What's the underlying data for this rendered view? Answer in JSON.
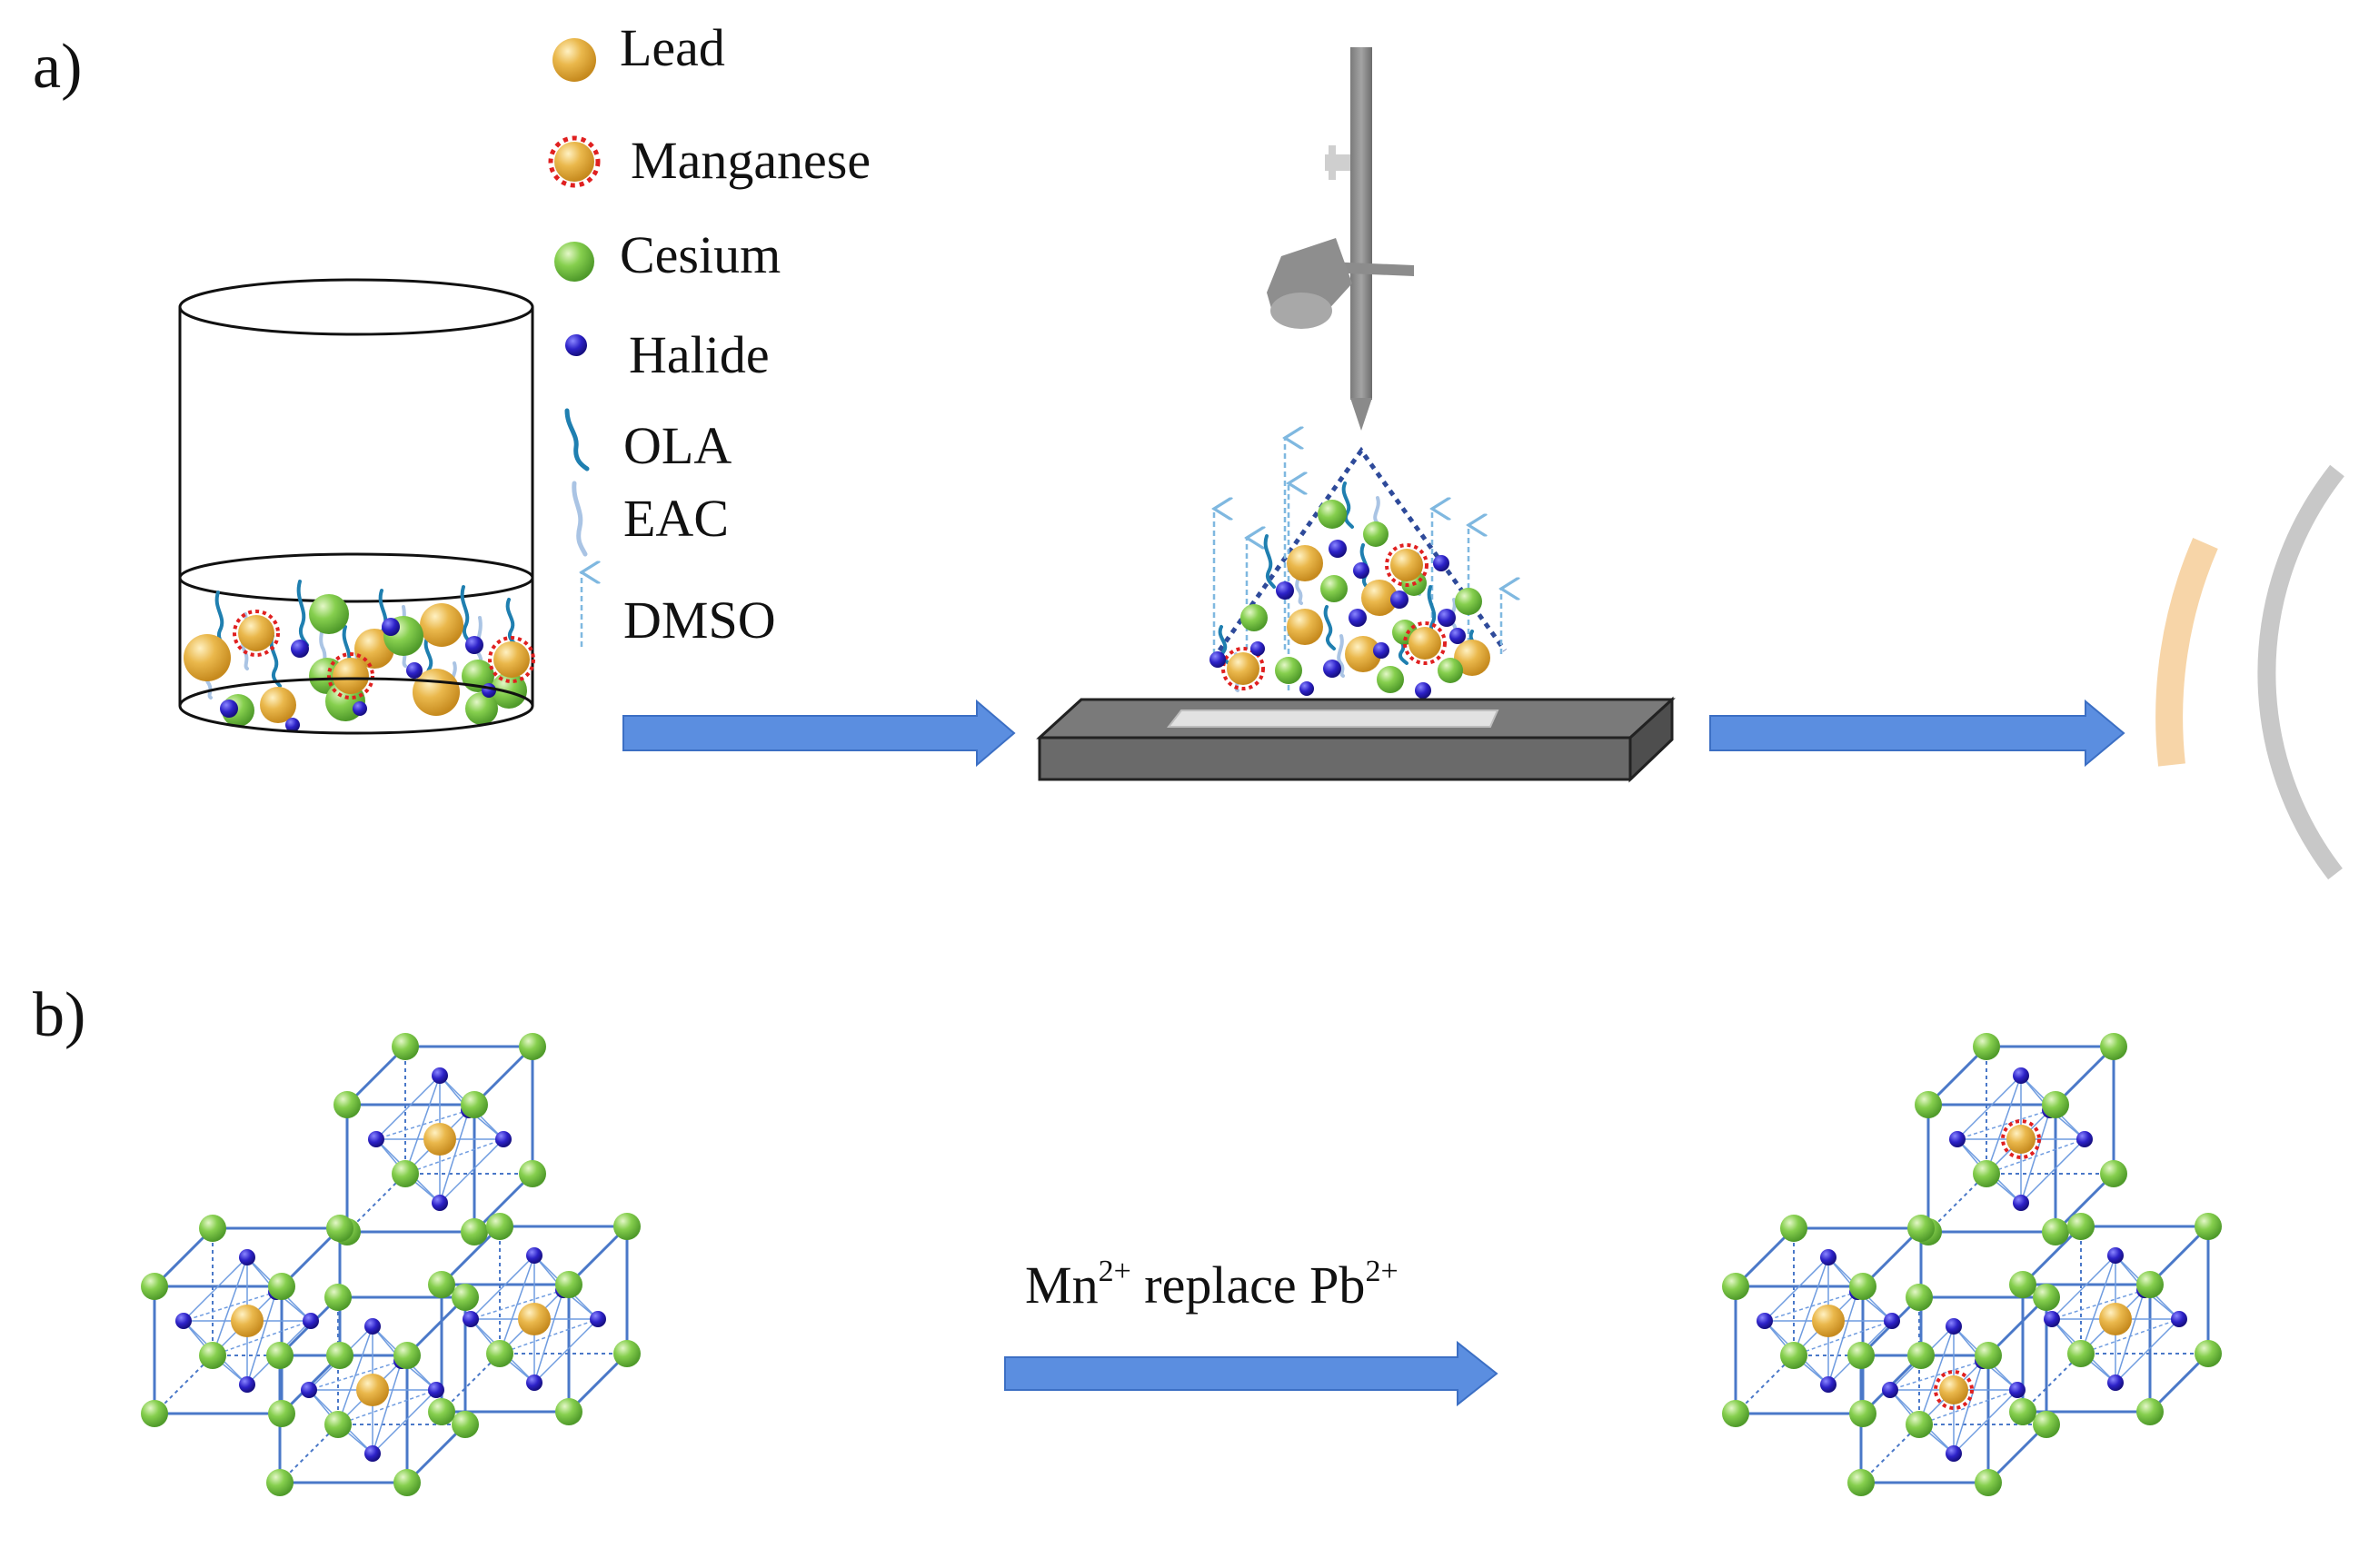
{
  "panels": {
    "a": {
      "label": "a)"
    },
    "b": {
      "label": "b)"
    }
  },
  "legend": {
    "items": [
      {
        "key": "lead",
        "label": "Lead",
        "icon": "lead-sphere-icon"
      },
      {
        "key": "manganese",
        "label": "Manganese",
        "icon": "manganese-sphere-icon"
      },
      {
        "key": "cesium",
        "label": "Cesium",
        "icon": "cesium-sphere-icon"
      },
      {
        "key": "halide",
        "label": "Halide",
        "icon": "halide-dot-icon"
      },
      {
        "key": "ola",
        "label": "OLA",
        "icon": "ola-chain-icon"
      },
      {
        "key": "eac",
        "label": "EAC",
        "icon": "eac-chain-icon"
      },
      {
        "key": "dmso",
        "label": "DMSO",
        "icon": "dmso-arrow-icon"
      }
    ]
  },
  "substitution_arrow": {
    "label_parts": [
      "Mn",
      "2+",
      " replace Pb",
      "2+"
    ]
  },
  "colors": {
    "lead": "#e8b34a",
    "manganese_outline": "#e02020",
    "cesium": "#7ec84a",
    "halide": "#2d22c8",
    "ola": "#1f7fb0",
    "eac": "#aac4e4",
    "dmso": "#7fb8e0",
    "arrow": "#5b8ee0",
    "lattice": "#4a78c8",
    "substrate": "#6e6e6e",
    "tube": "#8a8a8a",
    "arc": "#c8c8c8",
    "film": "#f7d5a8"
  }
}
